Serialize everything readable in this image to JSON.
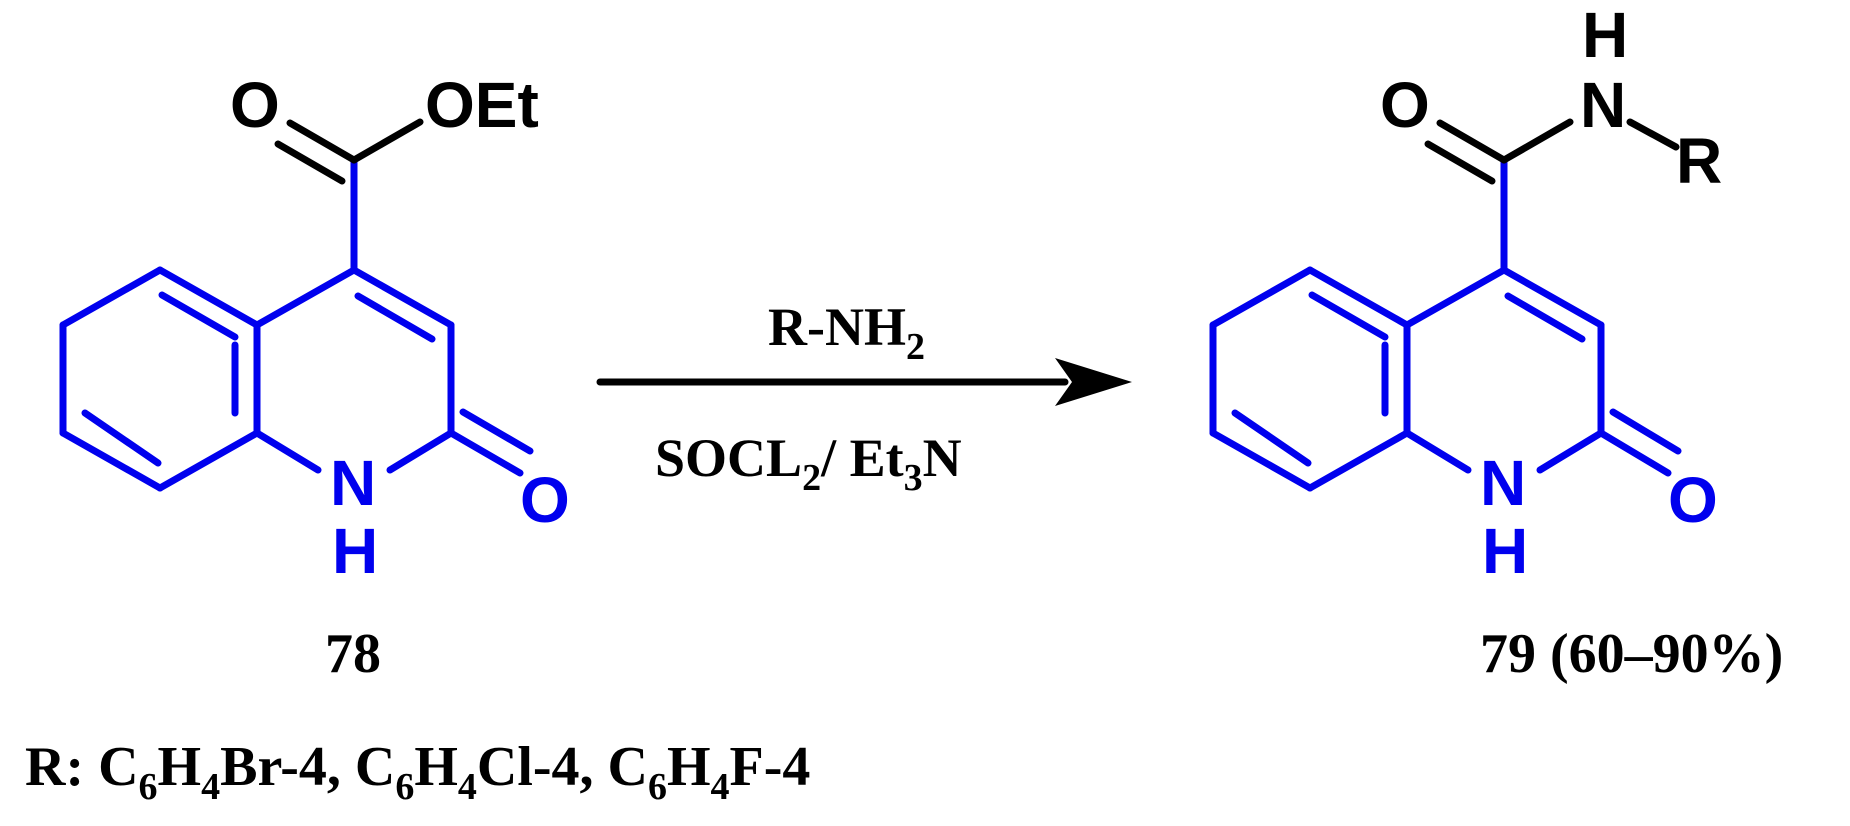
{
  "colors": {
    "scaffold": "#0000ee",
    "substituent": "#000000"
  },
  "reactant": {
    "label": "78",
    "atoms": {
      "carbonyl_o": "O",
      "ester_o": "OEt",
      "ring_n": "N",
      "ring_h": "H",
      "lactam_o": "O"
    }
  },
  "product": {
    "label": "79 (60–90%)",
    "atoms": {
      "carbonyl_o": "O",
      "amide_n": "N",
      "amide_h": "H",
      "r_group": "R",
      "ring_n": "N",
      "ring_h": "H",
      "lactam_o": "O"
    }
  },
  "conditions": {
    "reagent_main": "R-NH",
    "reagent_sub": "2",
    "line2_a": "SOCL",
    "line2_sub1": "2",
    "line2_b": "/ Et",
    "line2_sub2": "3",
    "line2_c": "N"
  },
  "footnote": {
    "prefix": "R: C",
    "s1": "6",
    "t1": "H",
    "s2": "4",
    "t2": "Br-4, C",
    "s3": "6",
    "t3": "H",
    "s4": "4",
    "t4": "Cl-4, C",
    "s5": "6",
    "t5": "H",
    "s6": "4",
    "t6": "F-4"
  }
}
